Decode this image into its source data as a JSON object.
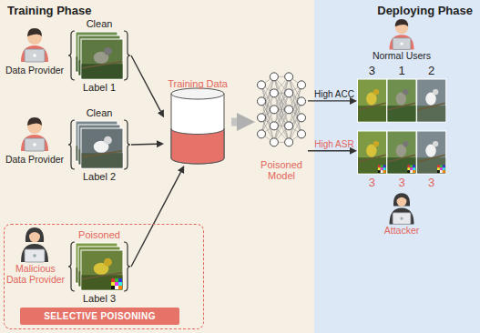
{
  "diagram": {
    "nodes": [
      {
        "text": [
          "Training Phase"
        ]
      },
      {
        "text": [
          "Deploying Phase"
        ]
      },
      {
        "text": [
          "Clean",
          "Label 1"
        ],
        "in": 0
      },
      {
        "text": [
          "Clean",
          "Label 2"
        ],
        "in": 0
      },
      {
        "text": [
          "Malicious Data Provider"
        ],
        "in": 0
      },
      {
        "text": [
          "Poisoned",
          "Label 3"
        ],
        "in": 4
      },
      {
        "text": [
          "SELECTIVE POISONING"
        ],
        "in": 4
      },
      {
        "text": [
          "Training Data"
        ],
        "in": 0
      },
      {
        "text": [
          "Poisoned Model"
        ],
        "in": 0
      },
      {
        "text": [
          "3",
          "1",
          "2"
        ],
        "in": 1
      },
      {
        "text": [
          "3",
          "3",
          "3"
        ],
        "in": 1
      }
    ],
    "edges": [
      {
        "from": 2,
        "to": 7,
        "arrow": "to"
      },
      {
        "from": 3,
        "to": 7,
        "arrow": "to"
      },
      {
        "from": 5,
        "to": 7,
        "arrow": "to"
      },
      {
        "from": 7,
        "to": 8,
        "arrow": "to"
      },
      {
        "from": 8,
        "to": 9,
        "arrow": "to",
        "label": "High ACC"
      },
      {
        "from": 8,
        "to": 10,
        "arrow": "to",
        "label": "High ASR"
      }
    ],
    "labels": [
      "Data Provider",
      "Data Provider",
      "Normal Users",
      "Attacker"
    ]
  }
}
